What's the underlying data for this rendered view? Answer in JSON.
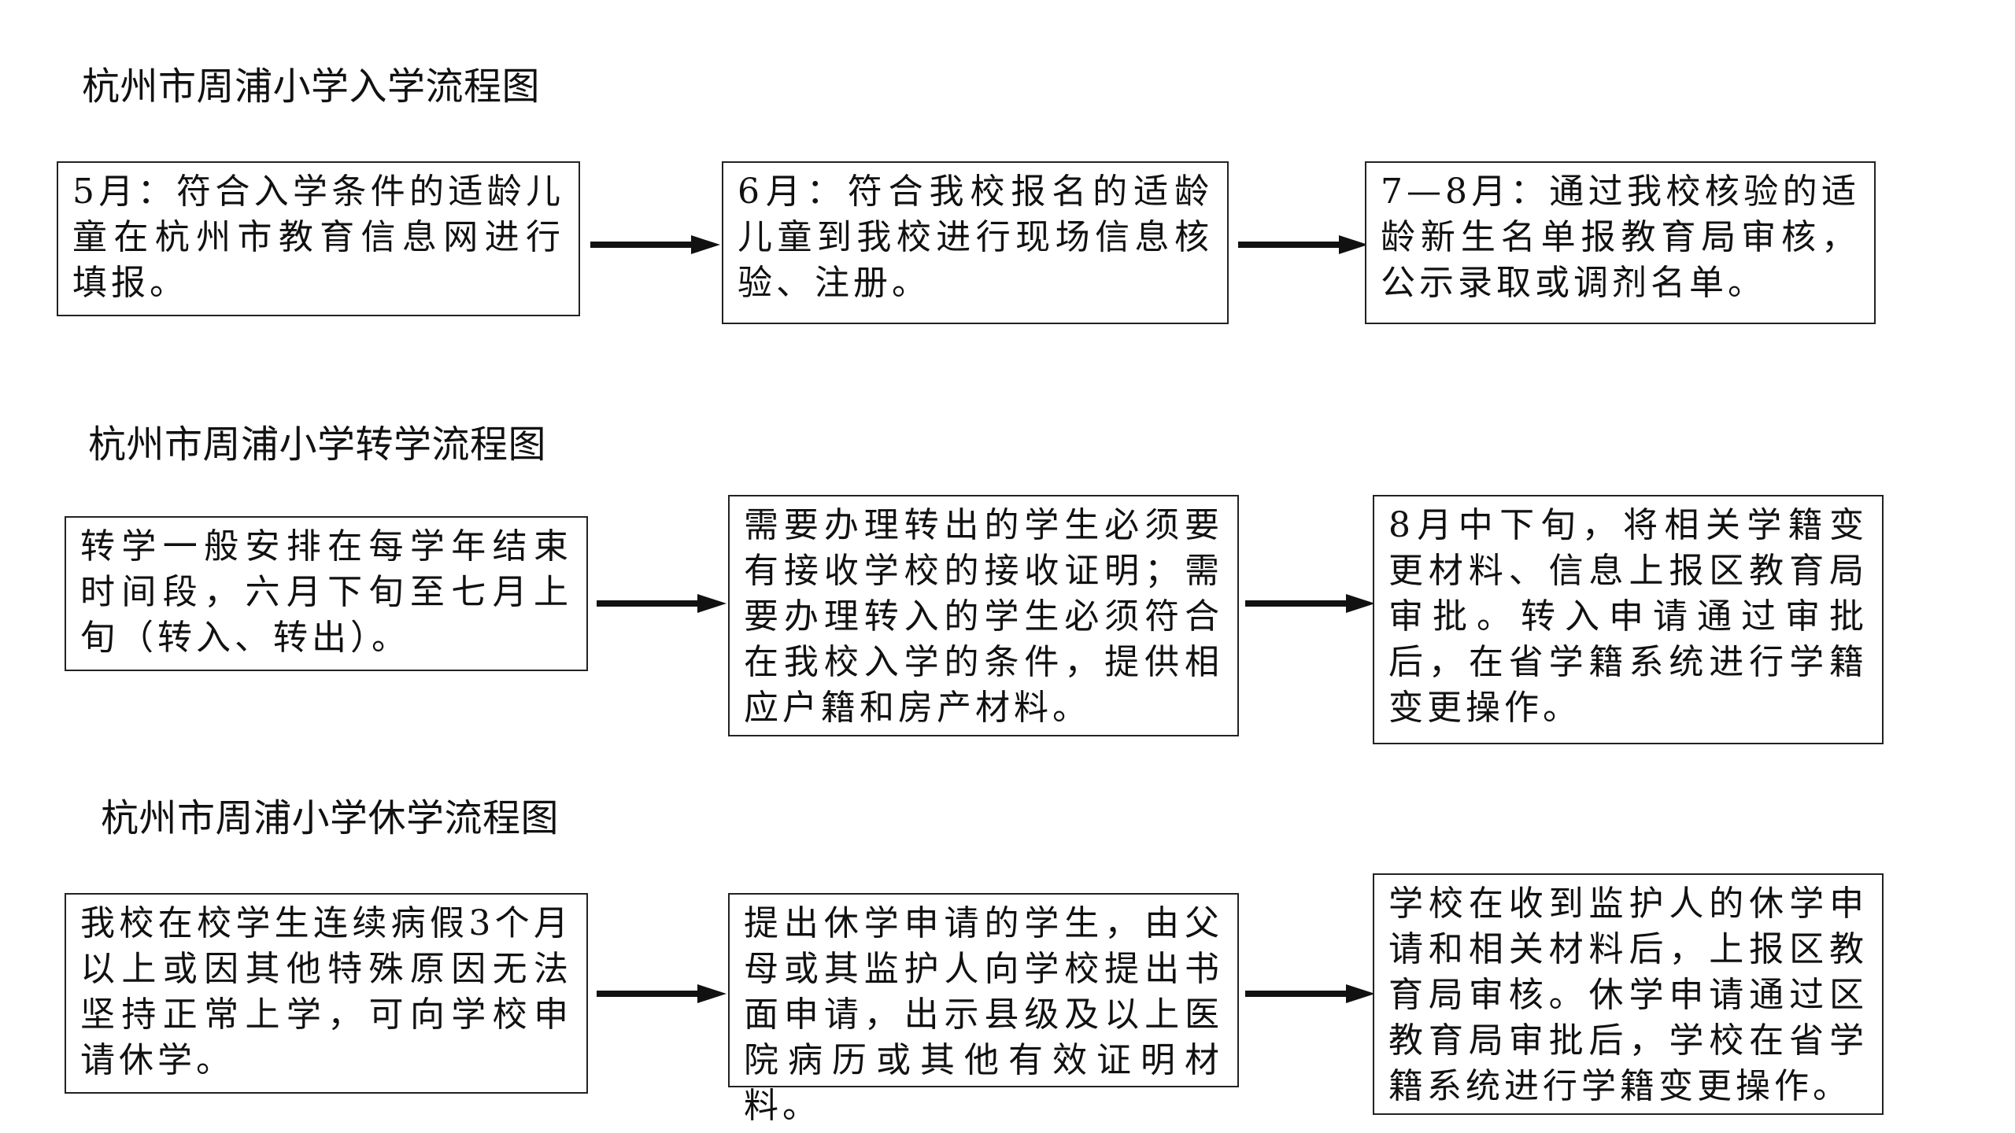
{
  "sections": [
    {
      "title": "杭州市周浦小学入学流程图",
      "steps": [
        "5月：符合入学条件的适龄儿童在杭州市教育信息网进行填报。",
        "6月：符合我校报名的适龄儿童到我校进行现场信息核验、注册。",
        "7—8月：通过我校核验的适龄新生名单报教育局审核，公示录取或调剂名单。"
      ]
    },
    {
      "title": "杭州市周浦小学转学流程图",
      "steps": [
        "转学一般安排在每学年结束时间段，六月下旬至七月上旬（转入、转出）。",
        "需要办理转出的学生必须要有接收学校的接收证明；需要办理转入的学生必须符合在我校入学的条件，提供相应户籍和房产材料。",
        "8月中下旬，将相关学籍变更材料、信息上报区教育局审批。转入申请通过审批后，在省学籍系统进行学籍变更操作。"
      ]
    },
    {
      "title": "杭州市周浦小学休学流程图",
      "steps": [
        "我校在校学生连续病假3个月以上或因其他特殊原因无法坚持正常上学，可向学校申请休学。",
        "提出休学申请的学生，由父母或其监护人向学校提出书面申请，出示县级及以上医院病历或其他有效证明材料。",
        "学校在收到监护人的休学申请和相关材料后，上报区教育局审核。休学申请通过区教育局审批后，学校在省学籍系统进行学籍变更操作。"
      ]
    }
  ]
}
